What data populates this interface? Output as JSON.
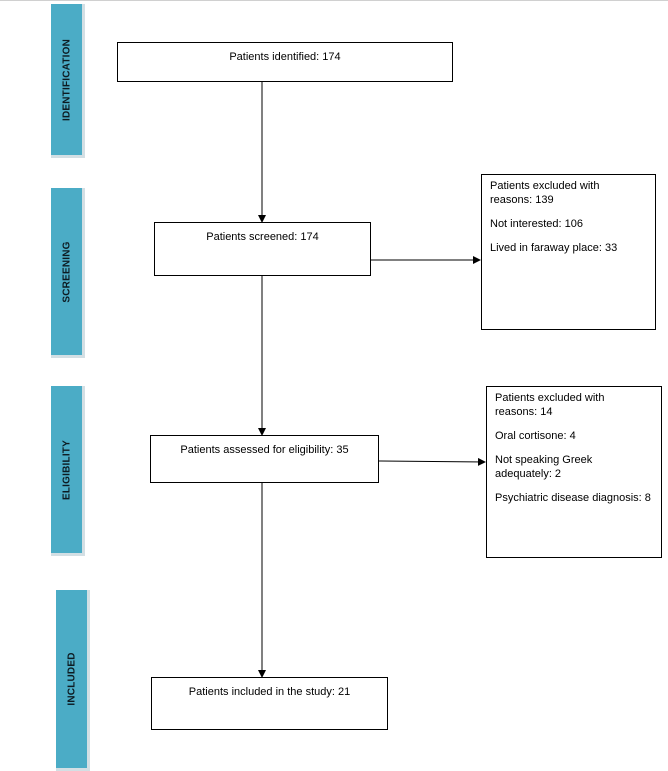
{
  "stages": {
    "identification": "IDENTIFICATION",
    "screening": "SCREENING",
    "eligibility": "ELIGIBILITY",
    "included": "INCLUDED"
  },
  "boxes": {
    "identified": "Patients identified: 174",
    "screened": "Patients screened: 174",
    "assessed": "Patients assessed for eligibility: 35",
    "included": "Patients included in the study: 21"
  },
  "exclusion_screening": {
    "heading_line1": "Patients excluded with",
    "heading_line2": "reasons: 139",
    "reasons": [
      "Not interested: 106",
      "Lived in faraway place: 33"
    ]
  },
  "exclusion_eligibility": {
    "heading_line1": "Patients excluded with",
    "heading_line2": "reasons: 14",
    "reason_1": "Oral cortisone: 4",
    "reason_2_line1": "Not speaking Greek",
    "reason_2_line2": "adequately: 2",
    "reason_3": "Psychiatric disease diagnosis: 8"
  },
  "colors": {
    "stage_fill": "#4bacc6",
    "stage_shadow": "#d3dfe4",
    "box_border": "#000000"
  }
}
